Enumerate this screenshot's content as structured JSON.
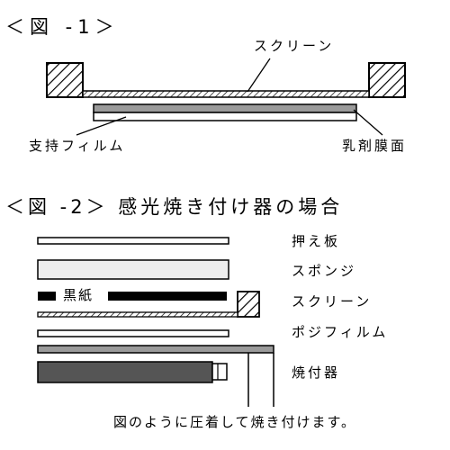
{
  "figure1": {
    "title": "＜図 -1＞",
    "labels": {
      "screen": "スクリーン",
      "support_film": "支持フィルム",
      "emulsion_surface": "乳剤膜面"
    }
  },
  "figure2": {
    "title": "＜図 -2＞ 感光焼き付け器の場合",
    "black_paper_label": "黒紙",
    "labels": {
      "press_plate": "押え板",
      "sponge": "スポンジ",
      "screen": "スクリーン",
      "positive_film": "ポジフィルム",
      "exposure_unit": "焼付器"
    },
    "caption": "図のように圧着して焼き付けます。"
  }
}
